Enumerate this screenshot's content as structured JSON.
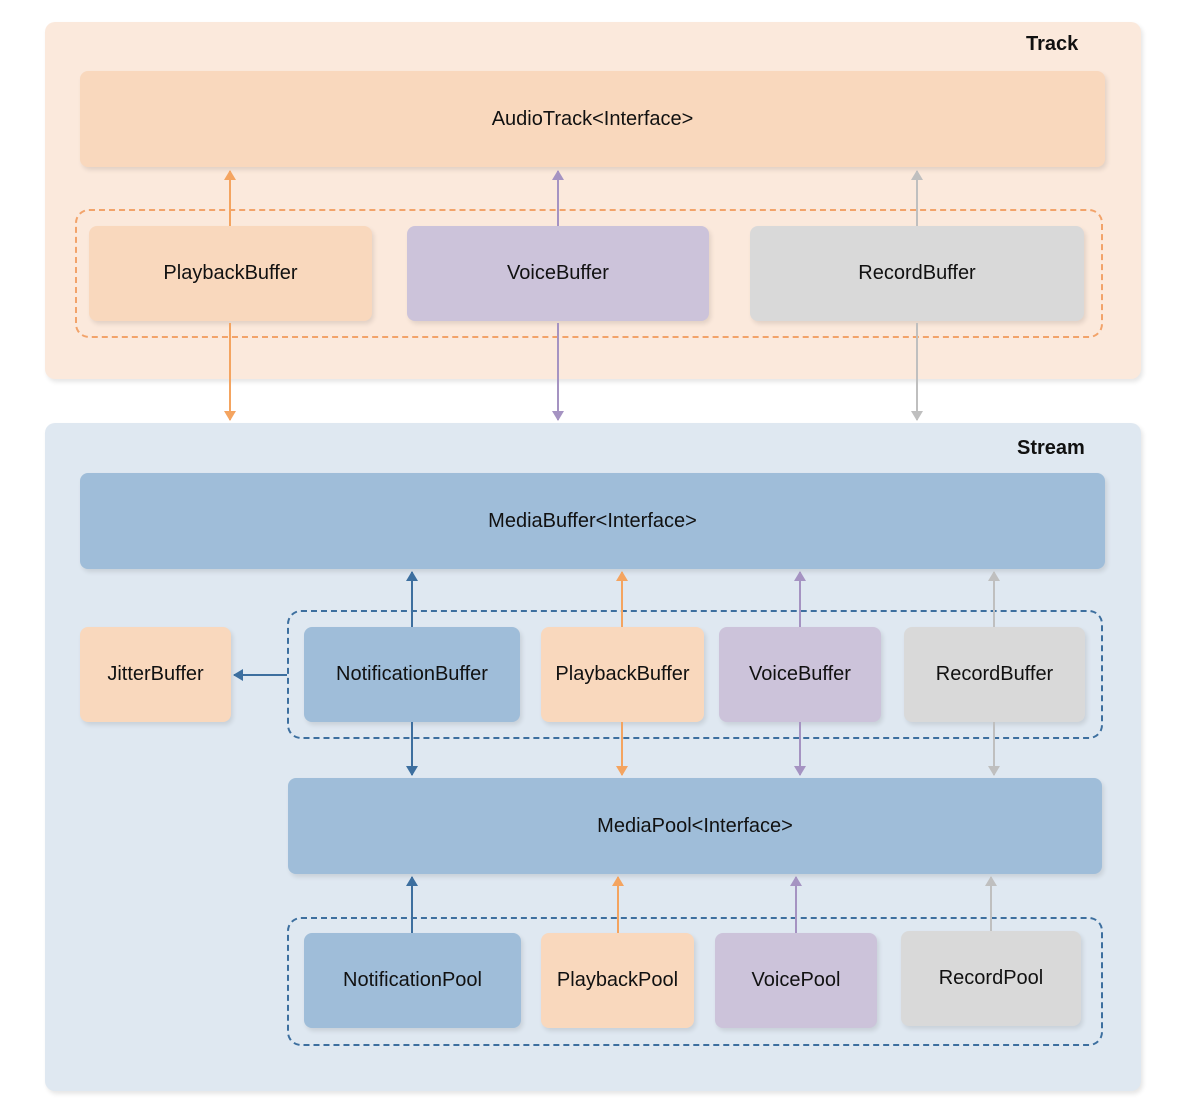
{
  "track": {
    "title": "Track",
    "interface": "AudioTrack<Interface>",
    "buffers": [
      "PlaybackBuffer",
      "VoiceBuffer",
      "RecordBuffer"
    ]
  },
  "stream": {
    "title": "Stream",
    "media_buffer": "MediaBuffer<Interface>",
    "jitter_buffer": "JitterBuffer",
    "buffers": [
      "NotificationBuffer",
      "PlaybackBuffer",
      "VoiceBuffer",
      "RecordBuffer"
    ],
    "media_pool": "MediaPool<Interface>",
    "pools": [
      "NotificationPool",
      "PlaybackPool",
      "VoicePool",
      "RecordPool"
    ]
  },
  "colors": {
    "track_panel": "#fbe9dc",
    "stream_panel": "#dfe8f1",
    "orange": "#f9d8bd",
    "purple": "#ccc3da",
    "gray": "#d9d9d9",
    "blue": "#9fbdd9",
    "arrow_orange": "#f4a460",
    "arrow_purple": "#a593c2",
    "arrow_gray": "#bfbfbf",
    "arrow_blue": "#3d6f9f",
    "dash_orange": "#f2a36a",
    "dash_blue": "#3d6f9f"
  }
}
